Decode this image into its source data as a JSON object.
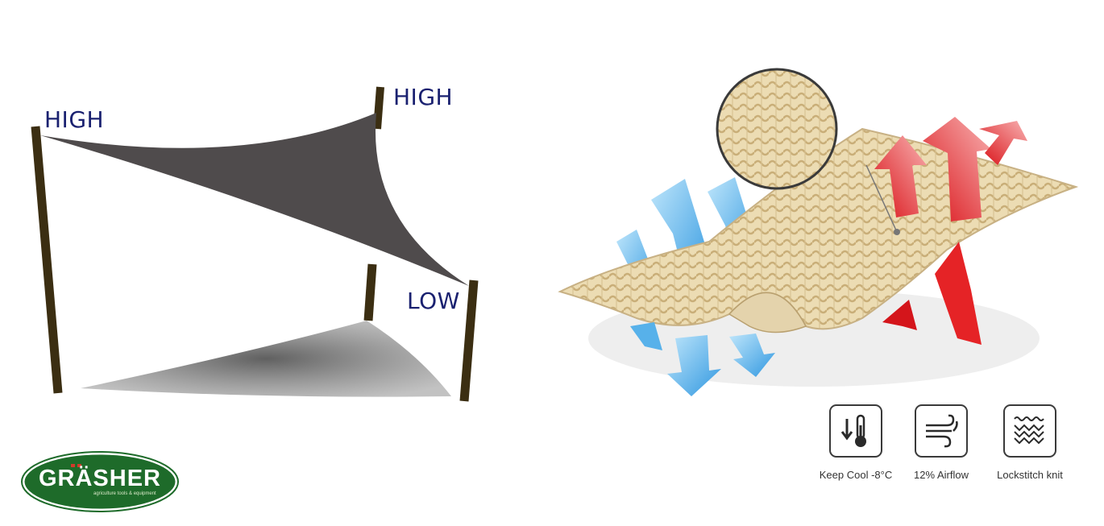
{
  "left_panel": {
    "labels": {
      "high_left": "HIGH",
      "high_right": "HIGH",
      "low": "LOW"
    },
    "colors": {
      "sail": "#4f4b4c",
      "post": "#3b2e12",
      "shadow": "#5e5e5e",
      "label": "#1a2170"
    }
  },
  "logo": {
    "name": "GRÄSHER",
    "tagline": "agriculture tools & equipment",
    "colors": {
      "background": "#1e6b2a",
      "border": "#ffffff",
      "accent": "#d33a2a"
    }
  },
  "right_panel": {
    "colors": {
      "fabric": "#e8d8b4",
      "cool_arrows": "#3aa4e6",
      "hot_arrows": "#e52326"
    },
    "features": [
      {
        "icon": "thermometer-down-icon",
        "label": "Keep Cool -8°C"
      },
      {
        "icon": "airflow-icon",
        "label": "12% Airflow"
      },
      {
        "icon": "knit-pattern-icon",
        "label": "Lockstitch knit"
      }
    ]
  }
}
